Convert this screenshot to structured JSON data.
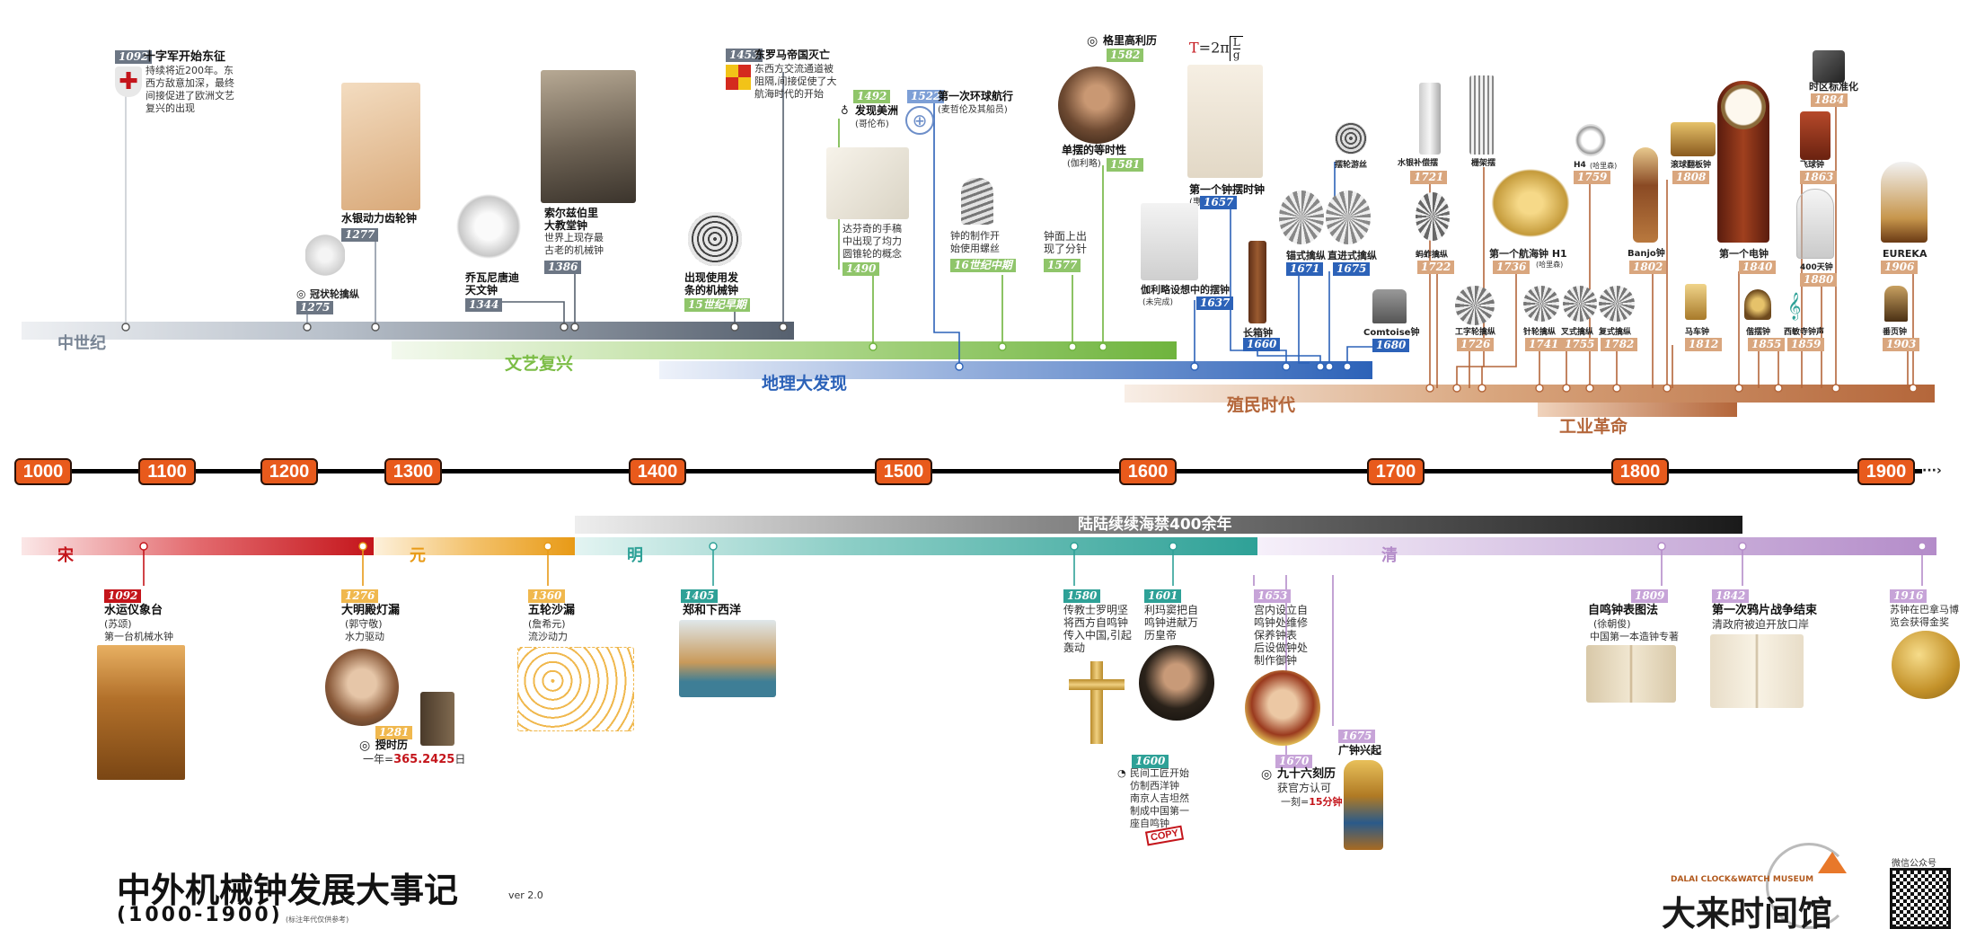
{
  "colors": {
    "medieval": "#56606e",
    "renaissance": "#6fb43e",
    "discovery": "#2c62b8",
    "colonial": "#b4663a",
    "industrial": "#b4663a",
    "song": "#c4151b",
    "yuan": "#e89a16",
    "ming": "#2ea197",
    "qing": "#b48cc9",
    "ban": "#1a1a1a",
    "century": "#e85a1c",
    "axis": "#000000"
  },
  "eras": {
    "medieval": "中世纪",
    "renaissance": "文艺复兴",
    "discovery": "地理大发现",
    "colonial": "殖民时代",
    "industrial": "工业革命",
    "song": "宋",
    "yuan": "元",
    "ming": "明",
    "qing": "清",
    "ban": "陆陆续续海禁400余年"
  },
  "centuries": [
    "1000",
    "1100",
    "1200",
    "1300",
    "1400",
    "1500",
    "1600",
    "1700",
    "1800",
    "1900"
  ],
  "west_events": [
    {
      "year": "1092",
      "title": "十字军开始东征",
      "desc": [
        "持续将近200年。东",
        "西方敌意加深，最终",
        "间接促进了欧洲文艺",
        "复兴的出现"
      ]
    },
    {
      "year": "1275",
      "title": "冠状轮擒纵"
    },
    {
      "year": "1277",
      "title": "水银动力齿轮钟"
    },
    {
      "year": "1344",
      "title": "乔瓦尼唐迪",
      "title2": "天文钟"
    },
    {
      "year": "1386",
      "title": "索尔兹伯里",
      "title2": "大教堂钟",
      "desc": [
        "世界上现存最",
        "古老的机械钟"
      ]
    },
    {
      "year": "15世纪早期",
      "title": "出现使用发",
      "title2": "条的机械钟"
    },
    {
      "year": "1453",
      "title": "东罗马帝国灭亡",
      "desc": [
        "东西方交流通道被",
        "阻隔,间接促使了大",
        "航海时代的开始"
      ]
    },
    {
      "year": "1492",
      "title": "发现美洲",
      "desc": [
        "(哥伦布)"
      ]
    },
    {
      "year": "1490",
      "desc": [
        "达芬奇的手稿",
        "中出现了均力",
        "圆锥轮的概念"
      ]
    },
    {
      "year": "1522",
      "title": "第一次环球航行",
      "desc": [
        "(麦哲伦及其船员)"
      ]
    },
    {
      "year": "16世纪中期",
      "desc": [
        "钟的制作开",
        "始使用螺丝"
      ]
    },
    {
      "year": "1577",
      "desc": [
        "钟面上出",
        "现了分针"
      ]
    },
    {
      "year": "1582",
      "title": "格里高利历"
    },
    {
      "year": "1581",
      "title": "单摆的等时性",
      "desc": [
        "(伽利略)"
      ]
    },
    {
      "year": "1637",
      "title": "伽利略设想中的摆钟",
      "desc": [
        "(未完成)"
      ]
    },
    {
      "year": "1657",
      "title": "第一个钟摆时钟",
      "desc": [
        "(惠更斯)"
      ]
    },
    {
      "year": "1660",
      "title": "长箱钟"
    },
    {
      "year": "1671",
      "title": "锚式擒纵"
    },
    {
      "year": "1675",
      "title": "直进式擒纵"
    },
    {
      "year": "",
      "title": "摆轮游丝"
    },
    {
      "year": "1680",
      "title": "Comtoise钟"
    },
    {
      "year": "1721",
      "title": "水银补偿摆"
    },
    {
      "year": "1722",
      "title": "蚂蚱擒纵"
    },
    {
      "year": "1726",
      "title": "工字轮擒纵"
    },
    {
      "year": "",
      "title": "栅架摆"
    },
    {
      "year": "1736",
      "title": "第一个航海钟 H1",
      "desc": [
        "(哈里森)"
      ]
    },
    {
      "year": "1741",
      "title": "针轮擒纵"
    },
    {
      "year": "1755",
      "title": "叉式擒纵"
    },
    {
      "year": "1759",
      "title": "H4",
      "desc": [
        "(哈里森)"
      ]
    },
    {
      "year": "1782",
      "title": "复式擒纵"
    },
    {
      "year": "1802",
      "title": "Banjo钟"
    },
    {
      "year": "1808",
      "title": "滚球翻板钟"
    },
    {
      "year": "1812",
      "title": "马车钟"
    },
    {
      "year": "1840",
      "title": "第一个电钟"
    },
    {
      "year": "1855",
      "title": "偕摆钟"
    },
    {
      "year": "1859",
      "title": "西敏寺钟声"
    },
    {
      "year": "1884",
      "title": "时区标准化"
    },
    {
      "year": "1863",
      "title": "飞球钟"
    },
    {
      "year": "1880",
      "title": "400天钟"
    },
    {
      "year": "1906",
      "title": "EUREKA"
    },
    {
      "year": "1903",
      "title": "番页钟"
    }
  ],
  "east_events": [
    {
      "year": "1092",
      "title": "水运仪象台",
      "desc": [
        "(苏颂)",
        "第一台机械水钟"
      ]
    },
    {
      "year": "1276",
      "title": "大明殿灯漏",
      "desc": [
        "(郭守敬)",
        "水力驱动"
      ]
    },
    {
      "year": "1281",
      "title": "授时历",
      "desc_pre": "一年=",
      "desc_num": "365.2425",
      "desc_post": "日"
    },
    {
      "year": "1360",
      "title": "五轮沙漏",
      "desc": [
        "(詹希元)",
        "流沙动力"
      ]
    },
    {
      "year": "1405",
      "title": "郑和下西洋"
    },
    {
      "year": "1580",
      "desc": [
        "传教士罗明坚",
        "将西方自鸣钟",
        "传入中国,引起",
        "轰动"
      ]
    },
    {
      "year": "1601",
      "desc": [
        "利玛窦把自",
        "鸣钟进献万",
        "历皇帝"
      ]
    },
    {
      "year": "1600",
      "desc": [
        "民间工匠开始",
        "仿制西洋钟",
        "南京人吉坦然",
        "制成中国第一",
        "座自鸣钟"
      ],
      "stamp": "COPY"
    },
    {
      "year": "1653",
      "desc": [
        "宫内设立自",
        "鸣钟处维修",
        "保养钟表",
        "后设做钟处",
        "制作御钟"
      ]
    },
    {
      "year": "1670",
      "title": "九十六刻历",
      "desc": [
        "获官方认可"
      ],
      "desc_pre": "一刻=",
      "desc_num": "15分钟"
    },
    {
      "year": "1675",
      "title": "广钟兴起"
    },
    {
      "year": "1809",
      "title": "自鸣钟表图法",
      "desc": [
        "(徐朝俊)",
        "中国第一本造钟专著"
      ]
    },
    {
      "year": "1842",
      "title": "第一次鸦片战争结束",
      "desc": [
        "清政府被迫开放口岸"
      ]
    },
    {
      "year": "1916",
      "desc": [
        "苏钟在巴拿马博",
        "览会获得金奖"
      ]
    }
  ],
  "formula": {
    "t": "T",
    "rest": "=2π",
    "num": "L",
    "den": "g"
  },
  "footer": {
    "title": "中外机械钟发展大事记",
    "subtitle": "(1000-1900)",
    "version": "ver 2.0",
    "note": "(标注年代仅供参考)",
    "museum_en": "DALAI CLOCK&WATCH MUSEUM",
    "museum_cn": "大来时间馆",
    "wechat": "微信公众号"
  }
}
